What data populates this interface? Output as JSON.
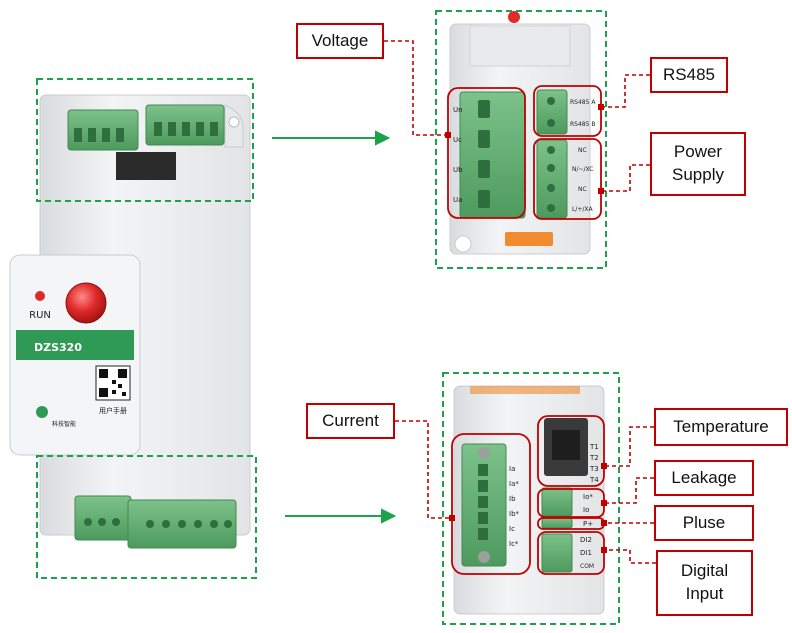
{
  "device": {
    "model": "DZS320",
    "run_label": "RUN",
    "manual_label": "用户手册",
    "brand_label": "科技智能"
  },
  "callouts": {
    "voltage": "Voltage",
    "rs485": "RS485",
    "power_supply_line1": "Power",
    "power_supply_line2": "Supply",
    "current": "Current",
    "temperature": "Temperature",
    "leakage": "Leakage",
    "pulse": "Pluse",
    "digital_input_line1": "Digital",
    "digital_input_line2": "Input"
  },
  "top_panel": {
    "voltage_terminals": [
      "Un",
      "Uc",
      "Ub",
      "Ua"
    ],
    "rs485_labels": [
      "RS485 A",
      "RS485 B"
    ],
    "power_labels": [
      "NC",
      "N/~/XC",
      "NC",
      "L/+/XA"
    ]
  },
  "bottom_panel": {
    "current_terminals": [
      "Ia",
      "Ia*",
      "Ib",
      "Ib*",
      "Ic",
      "Ic*"
    ],
    "temperature_terminals": [
      "T1",
      "T2",
      "T3",
      "T4"
    ],
    "leakage_terminals": [
      "Io*",
      "Io"
    ],
    "pulse_terminals": [
      "P+"
    ],
    "digital_terminals": [
      "DI2",
      "DI1",
      "COM"
    ]
  },
  "colors": {
    "highlight_dash": "#1aa34a",
    "callout_border": "#c00000",
    "connector_line": "#c00000",
    "terminal_green": "#5fae6f",
    "terminal_dark": "#3f8a50",
    "device_body": "#eef0f2",
    "label_band": "#2e9a55",
    "button_red": "#e02a2a",
    "din_clip_orange": "#f28a2e"
  }
}
